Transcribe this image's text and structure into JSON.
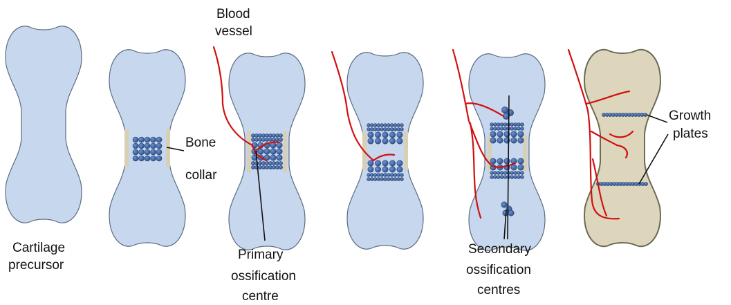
{
  "labels": {
    "cartilage_line1": "Cartilage",
    "cartilage_line2": "precursor",
    "bone_collar_line1": "Bone",
    "bone_collar_line2": "collar",
    "blood_vessel_line1": "Blood",
    "blood_vessel_line2": "vessel",
    "primary_line1": "Primary",
    "primary_line2": "ossification",
    "primary_line3": "centre",
    "secondary_line1": "Secondary",
    "secondary_line2": "ossification",
    "secondary_line3": "centres",
    "growth_line1": "Growth",
    "growth_line2": "plates"
  },
  "colors": {
    "cartilage": "#c7d7ee",
    "mature_bone": "#ddd6bd",
    "bone_collar": "#d8d0b4",
    "blood_vessel": "#d20f0f",
    "ossification_cell": "#3e63a3"
  }
}
